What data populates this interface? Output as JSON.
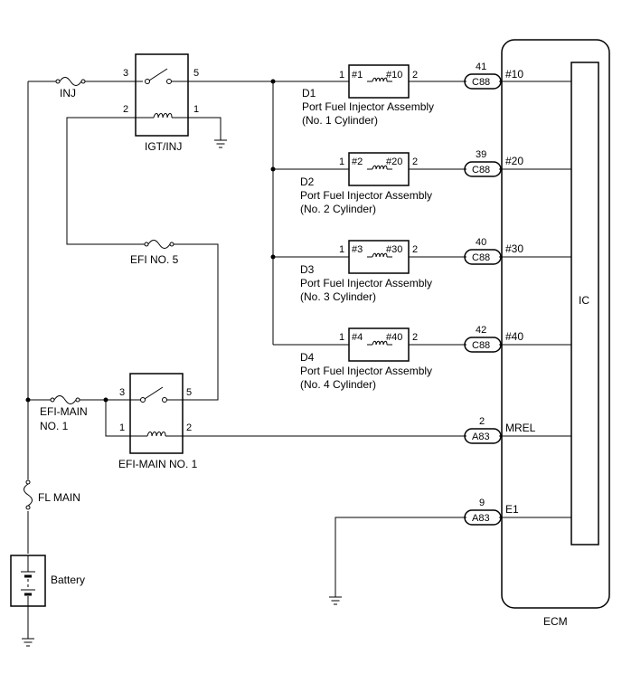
{
  "fuses": {
    "inj": "INJ",
    "efi_no5": "EFI NO. 5",
    "efi_main_line1": "EFI-MAIN",
    "efi_main_line2": "NO. 1",
    "fl_main": "FL MAIN"
  },
  "relays": {
    "igt_inj": {
      "name": "IGT/INJ",
      "pin3": "3",
      "pin5": "5",
      "pin2": "2",
      "pin1": "1"
    },
    "efi_main_no1": {
      "name": "EFI-MAIN NO. 1",
      "pin3": "3",
      "pin5": "5",
      "pin1": "1",
      "pin2": "2"
    }
  },
  "battery": {
    "label": "Battery"
  },
  "ecm": {
    "label": "ECM",
    "ic_label": "IC"
  },
  "injectors": [
    {
      "ref": "D1",
      "title": "Port Fuel Injector Assembly",
      "cyl": "(No. 1 Cylinder)",
      "in_tag": "#1",
      "out_tag": "#10",
      "pin_in": "1",
      "pin_out": "2",
      "conn": "C88",
      "conn_pin": "41",
      "signal": "#10"
    },
    {
      "ref": "D2",
      "title": "Port Fuel Injector Assembly",
      "cyl": "(No. 2 Cylinder)",
      "in_tag": "#2",
      "out_tag": "#20",
      "pin_in": "1",
      "pin_out": "2",
      "conn": "C88",
      "conn_pin": "39",
      "signal": "#20"
    },
    {
      "ref": "D3",
      "title": "Port Fuel Injector Assembly",
      "cyl": "(No. 3 Cylinder)",
      "in_tag": "#3",
      "out_tag": "#30",
      "pin_in": "1",
      "pin_out": "2",
      "conn": "C88",
      "conn_pin": "40",
      "signal": "#30"
    },
    {
      "ref": "D4",
      "title": "Port Fuel Injector Assembly",
      "cyl": "(No. 4 Cylinder)",
      "in_tag": "#4",
      "out_tag": "#40",
      "pin_in": "1",
      "pin_out": "2",
      "conn": "C88",
      "conn_pin": "42",
      "signal": "#40"
    }
  ],
  "ecm_pins": [
    {
      "conn": "A83",
      "pin": "2",
      "signal": "MREL"
    },
    {
      "conn": "A83",
      "pin": "9",
      "signal": "E1"
    }
  ]
}
